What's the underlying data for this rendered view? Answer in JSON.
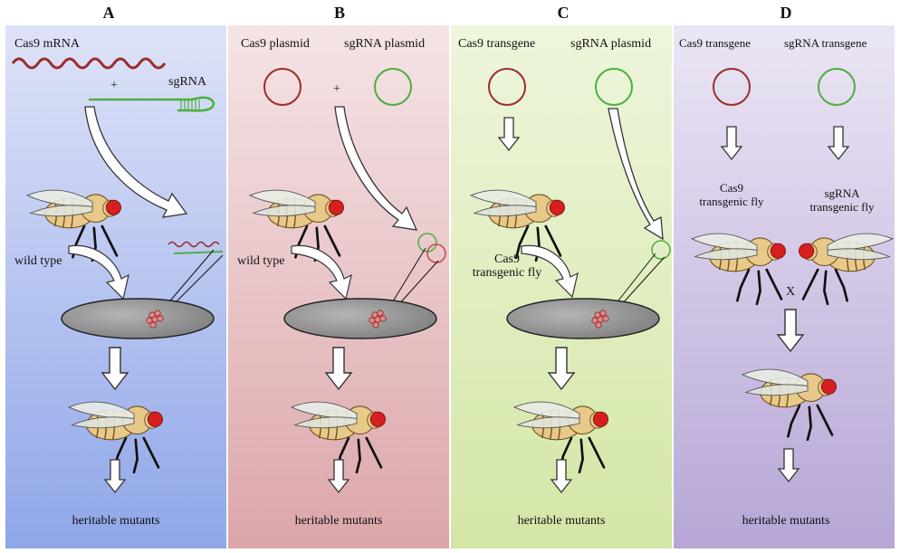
{
  "panels": [
    {
      "letter": "A",
      "top_left": "Cas9 mRNA",
      "plus": "+",
      "sgrna": "sgRNA",
      "fly_label": "wild type",
      "result": "heritable mutants"
    },
    {
      "letter": "B",
      "top_left": "Cas9 plasmid",
      "top_right": "sgRNA plasmid",
      "plus": "+",
      "fly_label": "wild type",
      "result": "heritable mutants"
    },
    {
      "letter": "C",
      "top_left": "Cas9 transgene",
      "top_right": "sgRNA plasmid",
      "fly_label_1": "Cas9",
      "fly_label_2": "transgenic fly",
      "result": "heritable mutants"
    },
    {
      "letter": "D",
      "top_left": "Cas9 transgene",
      "top_right": "sgRNA transgene",
      "left_fly_1": "Cas9",
      "left_fly_2": "transgenic fly",
      "right_fly_1": "sgRNA",
      "right_fly_2": "transgenic fly",
      "cross": "X",
      "result": "heritable mutants"
    }
  ],
  "colors": {
    "panel_a_top": "#dfe3f8",
    "panel_a_bottom": "#8fa6e8",
    "panel_b_top": "#f5e4e6",
    "panel_b_bottom": "#dca6a9",
    "panel_c_top": "#eef6dc",
    "panel_c_bottom": "#d3e6a5",
    "panel_d_top": "#ebe6f5",
    "panel_d_bottom": "#b7a6d6",
    "cas9_red": "#9b2c2c",
    "sgrna_green": "#4caf3f",
    "embryo_gray": "#9a9a9a",
    "fly_body": "#e8c98a",
    "fly_eye": "#d81f1f"
  },
  "icons": [
    "arrow-down-icon",
    "curved-arrow-icon",
    "fly-icon",
    "embryo-icon",
    "plasmid-icon",
    "injection-needle-icon"
  ]
}
